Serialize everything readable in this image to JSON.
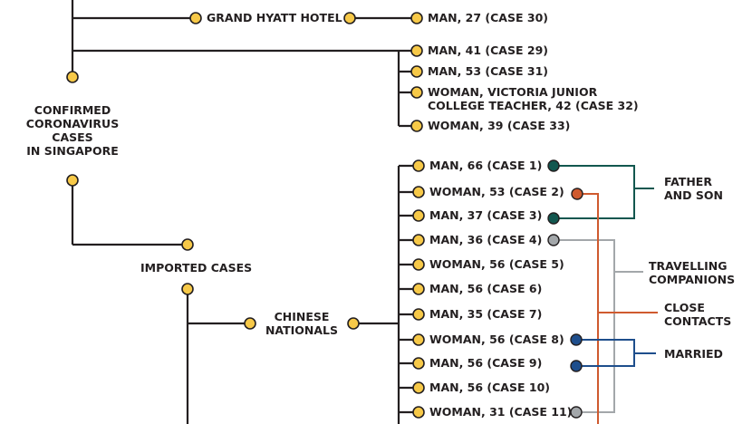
{
  "labels": {
    "root": "CONFIRMED\nCORONAVIRUS\nCASES\nIN SINGAPORE",
    "grand_hyatt": "GRAND HYATT HOTEL",
    "imported": "IMPORTED CASES",
    "chinese_nationals": "CHINESE\nNATIONALS"
  },
  "cases_top": [
    "MAN, 27 (CASE 30)",
    "MAN, 41 (CASE 29)",
    "MAN, 53 (CASE 31)",
    "WOMAN, VICTORIA JUNIOR\nCOLLEGE TEACHER, 42 (CASE 32)",
    "WOMAN, 39 (CASE 33)"
  ],
  "cases_imported": [
    "MAN, 66 (CASE 1)",
    "WOMAN, 53 (CASE 2)",
    "MAN, 37 (CASE 3)",
    "MAN, 36 (CASE 4)",
    "WOMAN, 56 (CASE 5)",
    "MAN, 56 (CASE 6)",
    "MAN, 35 (CASE 7)",
    "WOMAN, 56 (CASE 8)",
    "MAN, 56 (CASE 9)",
    "MAN, 56 (CASE 10)",
    "WOMAN, 31 (CASE 11)"
  ],
  "relations": {
    "father_son": "FATHER\nAND SON",
    "travelling": "TRAVELLING\nCOMPANIONS",
    "close_contacts": "CLOSE\nCONTACTS",
    "married": "MARRIED"
  },
  "colors": {
    "line": "#231f20",
    "node": "#f7c948",
    "teal": "#12574f",
    "orange": "#cf5a2f",
    "gray": "#a3a7aa",
    "blue": "#1e4e8c"
  }
}
